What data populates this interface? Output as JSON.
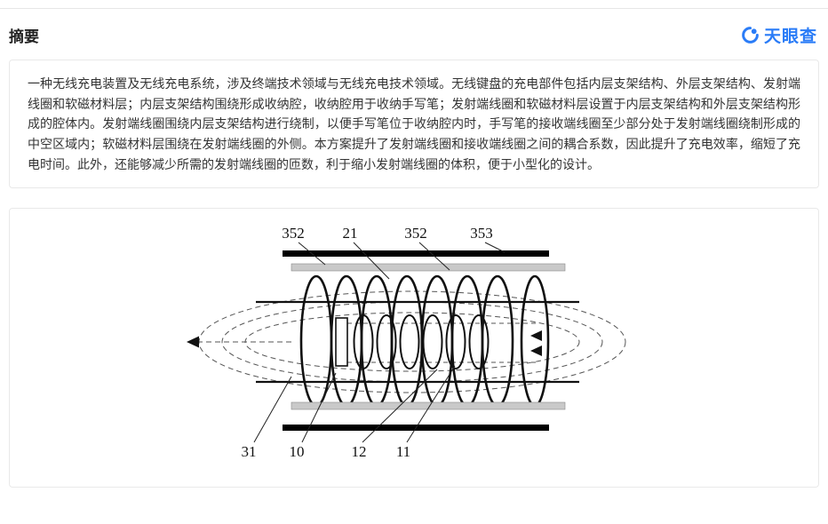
{
  "header": {
    "title": "摘要",
    "logo_text": "天眼查"
  },
  "colors": {
    "brand_blue": "#2a7cf7",
    "border_gray": "#e9e9e9"
  },
  "abstract": {
    "text": "一种无线充电装置及无线充电系统，涉及终端技术领域与无线充电技术领域。无线键盘的充电部件包括内层支架结构、外层支架结构、发射端线圈和软磁材料层；内层支架结构围绕形成收纳腔，收纳腔用于收纳手写笔；发射端线圈和软磁材料层设置于内层支架结构和外层支架结构形成的腔体内。发射端线圈围绕内层支架结构进行绕制，以便手写笔位于收纳腔内时，手写笔的接收端线圈至少部分处于发射端线圈绕制形成的中空区域内；软磁材料层围绕在发射端线圈的外侧。本方案提升了发射端线圈和接收端线圈之间的耦合系数，因此提升了充电效率，缩短了充电时间。此外，还能够减少所需的发射端线圈的匝数，利于缩小发射端线圈的体积，便于小型化的设计。"
  },
  "figure": {
    "top_labels": [
      "352",
      "21",
      "352",
      "353"
    ],
    "bottom_labels": [
      "31",
      "10",
      "12",
      "11"
    ]
  }
}
